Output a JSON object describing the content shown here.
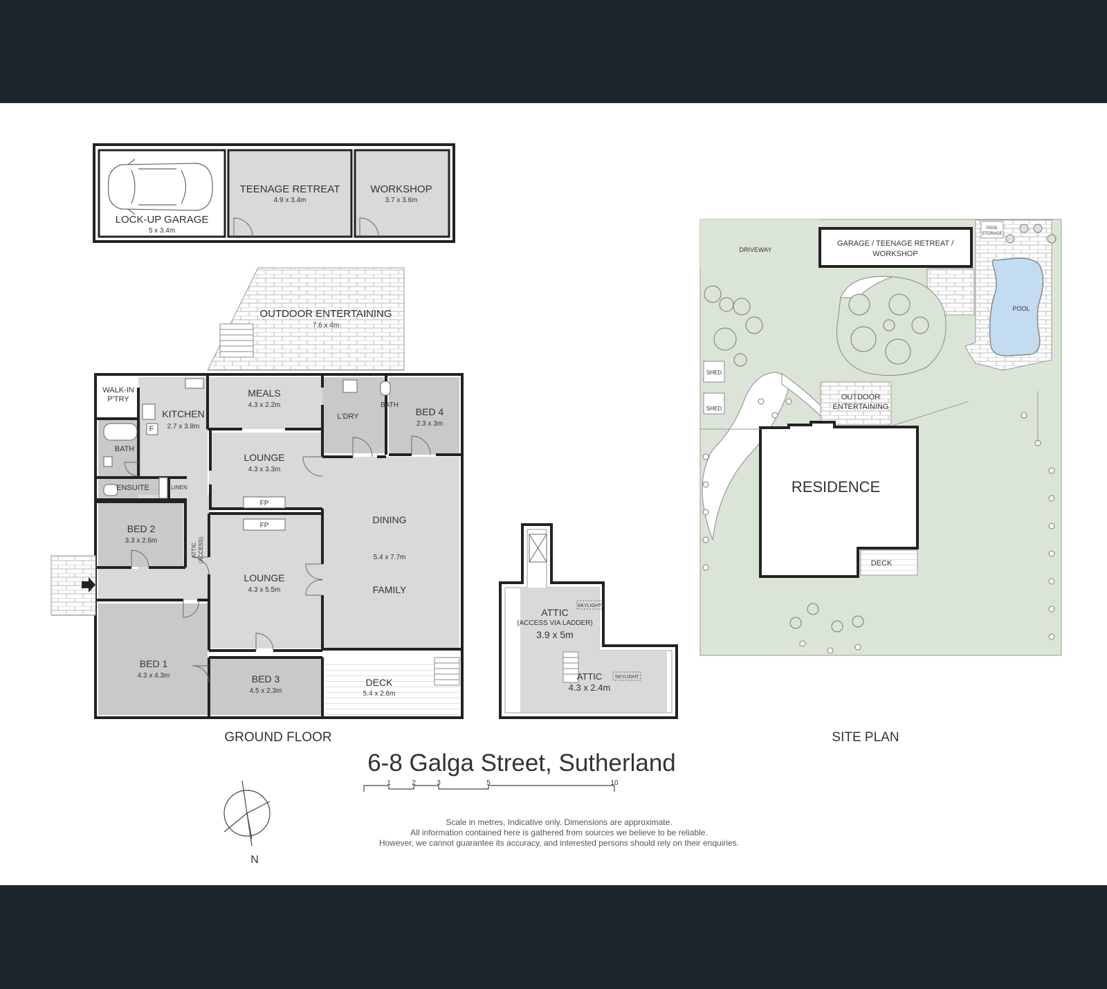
{
  "title": "6-8 Galga Street, Sutherland",
  "captions": {
    "ground_floor": "GROUND FLOOR",
    "site_plan": "SITE PLAN"
  },
  "compass": {
    "north": "N"
  },
  "scale_bar": {
    "ticks": [
      "1",
      "2",
      "3",
      "5",
      "10"
    ]
  },
  "disclaimer": [
    "Scale in metres, Indicative only. Dimensions are approximate.",
    "All information contained here is gathered from sources we believe to be reliable.",
    "However, we cannot guarantee its accuracy, and interested persons should rely on their enquiries."
  ],
  "outbuilding": {
    "garage": {
      "name": "LOCK-UP GARAGE",
      "size": "5 x 3.4m"
    },
    "retreat": {
      "name": "TEENAGE RETREAT",
      "size": "4.9 x 3.4m"
    },
    "workshop": {
      "name": "WORKSHOP",
      "size": "3.7 x 3.6m"
    }
  },
  "rooms": {
    "outdoor": {
      "name": "OUTDOOR ENTERTAINING",
      "size": "7.6 x 4m"
    },
    "walkin": {
      "line1": "WALK-IN",
      "line2": "P'TRY"
    },
    "kitchen": {
      "name": "KITCHEN",
      "size": "2.7 x 3.8m"
    },
    "fridge": "F",
    "meals": {
      "name": "MEALS",
      "size": "4.3 x 2.2m"
    },
    "laundry": {
      "name": "L'DRY"
    },
    "bath_small": {
      "name": "BATH"
    },
    "bed4": {
      "name": "BED 4",
      "size": "2.3 x 3m"
    },
    "bath": {
      "name": "BATH"
    },
    "ensuite": {
      "name": "ENSUITE"
    },
    "linen": {
      "name": "LINEN"
    },
    "lounge1": {
      "name": "LOUNGE",
      "size": "4.3 x 3.3m"
    },
    "fp1": "FP",
    "fp2": "FP",
    "lounge2": {
      "name": "LOUNGE",
      "size": "4.3 x 5.5m"
    },
    "dining": {
      "name": "DINING",
      "size": "5.4 x 7.7m",
      "name2": "FAMILY"
    },
    "bed2": {
      "name": "BED 2",
      "size": "3.3 x 2.6m"
    },
    "attic_access": {
      "line1": "ATTIC",
      "line2": "(ACCESS)"
    },
    "bed1": {
      "name": "BED 1",
      "size": "4.3 x 4.3m"
    },
    "bed3": {
      "name": "BED 3",
      "size": "4.5 x 2.3m"
    },
    "deck": {
      "name": "DECK",
      "size": "5.4 x 2.6m"
    }
  },
  "attic": {
    "upper": {
      "name": "ATTIC",
      "note": "(ACCESS VIA LADDER)",
      "size": "3.9 x 5m",
      "skylight": "SKYLIGHT"
    },
    "lower": {
      "name": "ATTIC",
      "size": "4.3 x 2.4m",
      "skylight": "SKYLIGHT"
    }
  },
  "site": {
    "driveway": "DRIVEWAY",
    "garage_line1": "GARAGE / TEENAGE RETREAT /",
    "garage_line2": "WORKSHOP",
    "pool_storage_line1": "POOL",
    "pool_storage_line2": "STORAGE",
    "pool": "POOL",
    "shed1": "SHED",
    "shed2": "SHED",
    "outdoor_line1": "OUTDOOR",
    "outdoor_line2": "ENTERTAINING",
    "residence": "RESIDENCE",
    "deck": "DECK"
  },
  "colors": {
    "room_grey": "#d9d9d9",
    "room_dark": "#c9c9c9",
    "lawn": "#dbe5d7",
    "pool": "#c4dcf2",
    "wall": "#222222",
    "band": "#1e242c"
  }
}
